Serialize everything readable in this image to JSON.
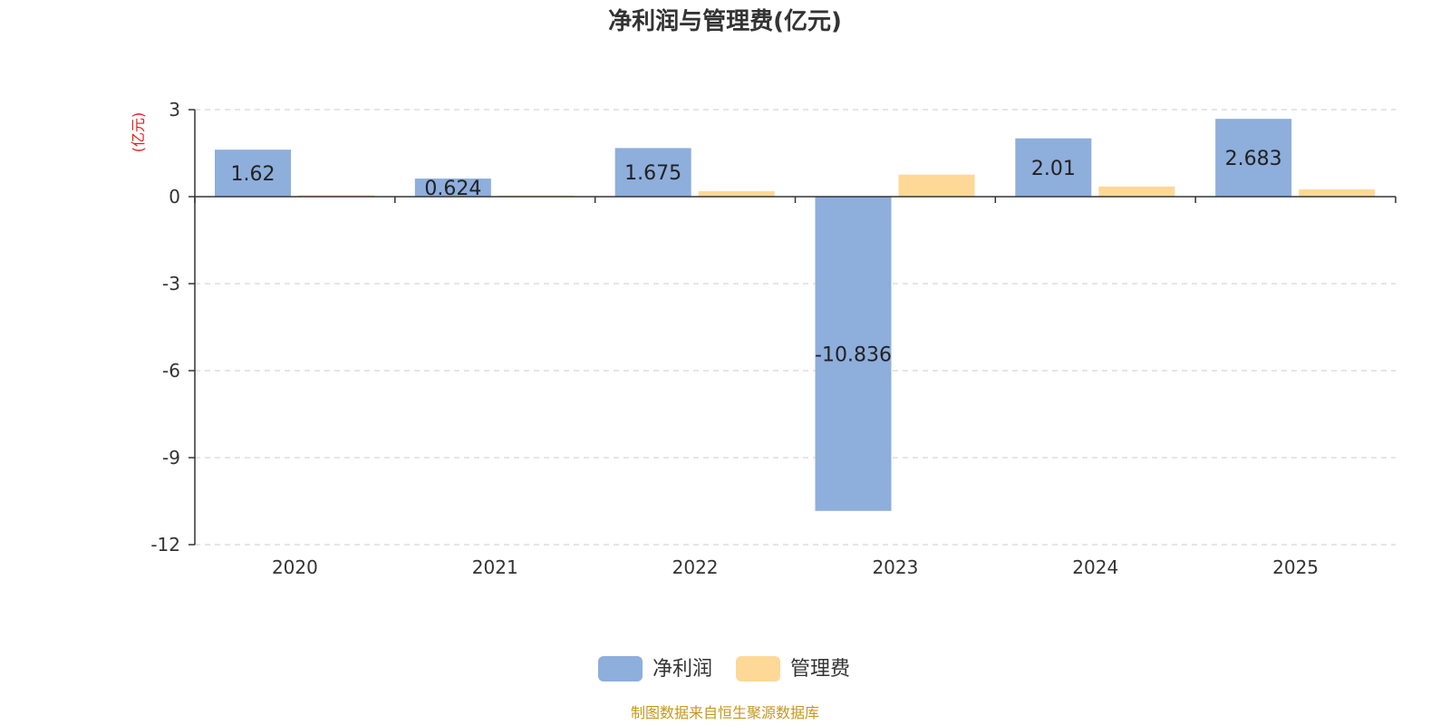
{
  "title": "净利润与管理费(亿元)",
  "unit_label": "(亿元)",
  "source": "制图数据来自恒生聚源数据库",
  "colors": {
    "net_profit": "#8EAEDC",
    "admin_expense": "#FDD897",
    "unit": "#E8191B",
    "source": "#C8961E",
    "axis": "#333333",
    "grid": "#CCCCCC"
  },
  "chart_data": {
    "type": "bar",
    "title": "净利润与管理费(亿元)",
    "xlabel": "",
    "ylabel": "(亿元)",
    "categories": [
      "2020",
      "2021",
      "2022",
      "2023",
      "2024",
      "2025"
    ],
    "ylim": [
      -12,
      3
    ],
    "yticks": [
      3,
      0,
      -3,
      -6,
      -9,
      -12
    ],
    "grid": true,
    "legend_position": "bottom-center",
    "series": [
      {
        "name": "净利润",
        "values": [
          1.62,
          0.624,
          1.675,
          -10.836,
          2.01,
          2.683
        ],
        "labels": [
          "1.62",
          "0.624",
          "1.675",
          "-10.836",
          "2.01",
          "2.683"
        ]
      },
      {
        "name": "管理费",
        "values": [
          0.05,
          0.04,
          0.19,
          0.76,
          0.35,
          0.25
        ]
      }
    ]
  }
}
